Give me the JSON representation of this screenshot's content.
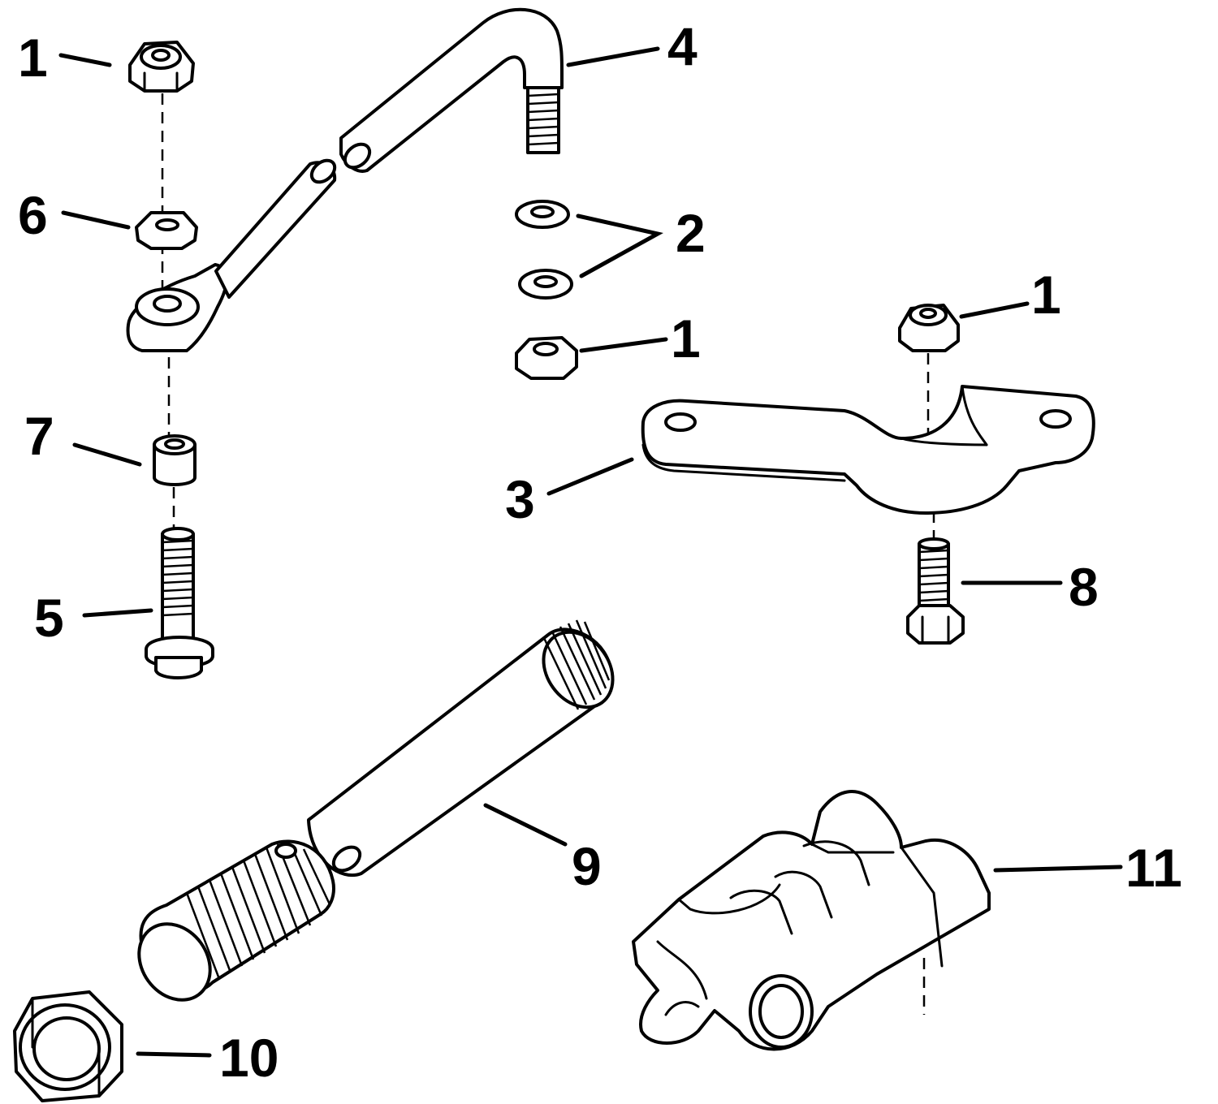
{
  "callouts": {
    "c1a": "1",
    "c1b": "1",
    "c1c": "1",
    "c2": "2",
    "c3": "3",
    "c4": "4",
    "c5": "5",
    "c6": "6",
    "c7": "7",
    "c8": "8",
    "c9": "9",
    "c10": "10",
    "c11": "11"
  },
  "colors": {
    "ink": "#000000",
    "paper": "#ffffff"
  }
}
